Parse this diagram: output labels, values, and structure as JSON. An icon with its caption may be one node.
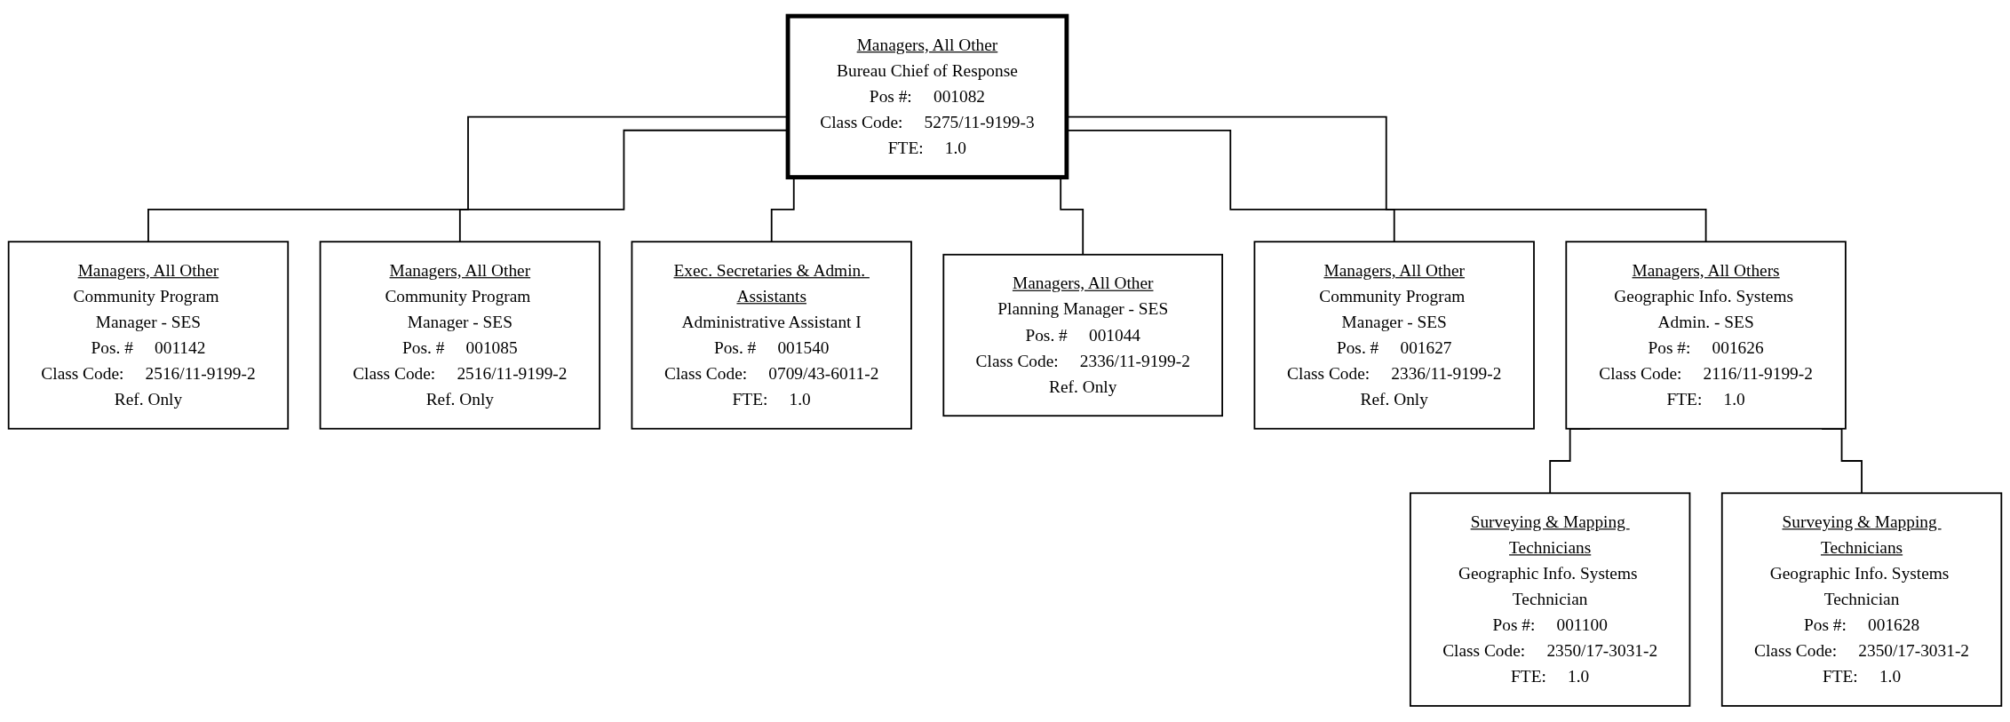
{
  "diagram": {
    "nodes": [
      {
        "text": [
          "Managers, All Other",
          "Bureau Chief of Response",
          "Pos #:",
          "001082",
          "Class Code:",
          "5275/11-9199-3",
          "FTE:",
          "1.0"
        ]
      },
      {
        "text": [
          "Managers, All Other",
          "Community Program Manager - SES",
          "Pos. #",
          "001142",
          "Class Code:",
          "2516/11-9199-2",
          "Ref. Only"
        ]
      },
      {
        "text": [
          "Managers, All Other",
          "Community Program Manager - SES",
          "Pos. #",
          "001085",
          "Class Code:",
          "2516/11-9199-2",
          "Ref. Only"
        ]
      },
      {
        "text": [
          "Exec. Secretaries & Admin. Assistants",
          "Administrative Assistant I",
          "Pos. #",
          "001540",
          "Class Code:",
          "0709/43-6011-2",
          "FTE:",
          "1.0"
        ]
      },
      {
        "text": [
          "Managers, All Other",
          "Planning Manager - SES",
          "Pos. #",
          "001044",
          "Class Code:",
          "2336/11-9199-2",
          "Ref. Only"
        ]
      },
      {
        "text": [
          "Managers, All Other",
          "Community Program Manager - SES",
          "Pos. #",
          "001627",
          "Class Code:",
          "2336/11-9199-2",
          "Ref. Only"
        ]
      },
      {
        "text": [
          "Managers, All Others",
          "Geographic Info. Systems Admin. - SES",
          "Pos #:",
          "001626",
          "Class Code:",
          "2116/11-9199-2",
          "FTE:",
          "1.0"
        ]
      },
      {
        "text": [
          "Surveying & Mapping Technicians",
          "Geographic Info. Systems Technician",
          "Pos #:",
          "001100",
          "Class Code:",
          "2350/17-3031-2",
          "FTE:",
          "1.0"
        ]
      },
      {
        "text": [
          "Surveying & Mapping Technicians",
          "Geographic Info. Systems Technician",
          "Pos #:",
          "001628",
          "Class Code:",
          "2350/17-3031-2",
          "FTE:",
          "1.0"
        ]
      }
    ],
    "edges": [
      {
        "from": 0,
        "to": 1,
        "arrow": "none"
      },
      {
        "from": 0,
        "to": 2,
        "arrow": "none"
      },
      {
        "from": 0,
        "to": 3,
        "arrow": "none"
      },
      {
        "from": 0,
        "to": 4,
        "arrow": "none"
      },
      {
        "from": 0,
        "to": 5,
        "arrow": "none"
      },
      {
        "from": 0,
        "to": 6,
        "arrow": "none"
      },
      {
        "from": 6,
        "to": 7,
        "arrow": "none"
      },
      {
        "from": 6,
        "to": 8,
        "arrow": "none"
      }
    ]
  }
}
